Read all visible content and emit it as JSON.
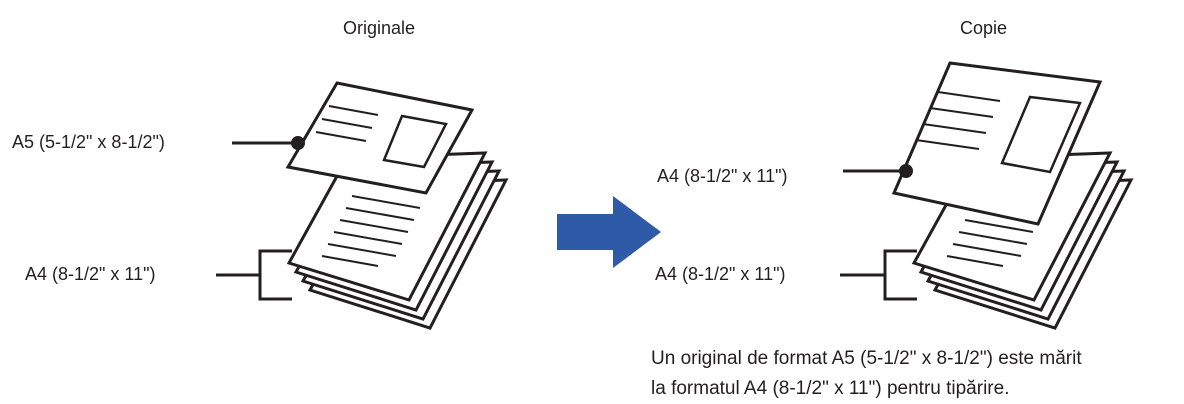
{
  "headings": {
    "original": "Originale",
    "copy": "Copie"
  },
  "labels": {
    "original_a5": "A5 (5-1/2\" x 8-1/2\")",
    "original_a4": "A4 (8-1/2\" x 11\")",
    "copy_top": "A4 (8-1/2\" x 11\")",
    "copy_stack": "A4 (8-1/2\" x 11\")"
  },
  "caption": {
    "line1": "Un original de format A5 (5-1/2\" x 8-1/2\") este mărit",
    "line2": "la formatul A4 (8-1/2\" x 11\") pentru tipărire."
  },
  "colors": {
    "arrow": "#2e5aa8",
    "stroke": "#231f20"
  },
  "icons": {
    "arrow": "right-arrow-icon"
  }
}
